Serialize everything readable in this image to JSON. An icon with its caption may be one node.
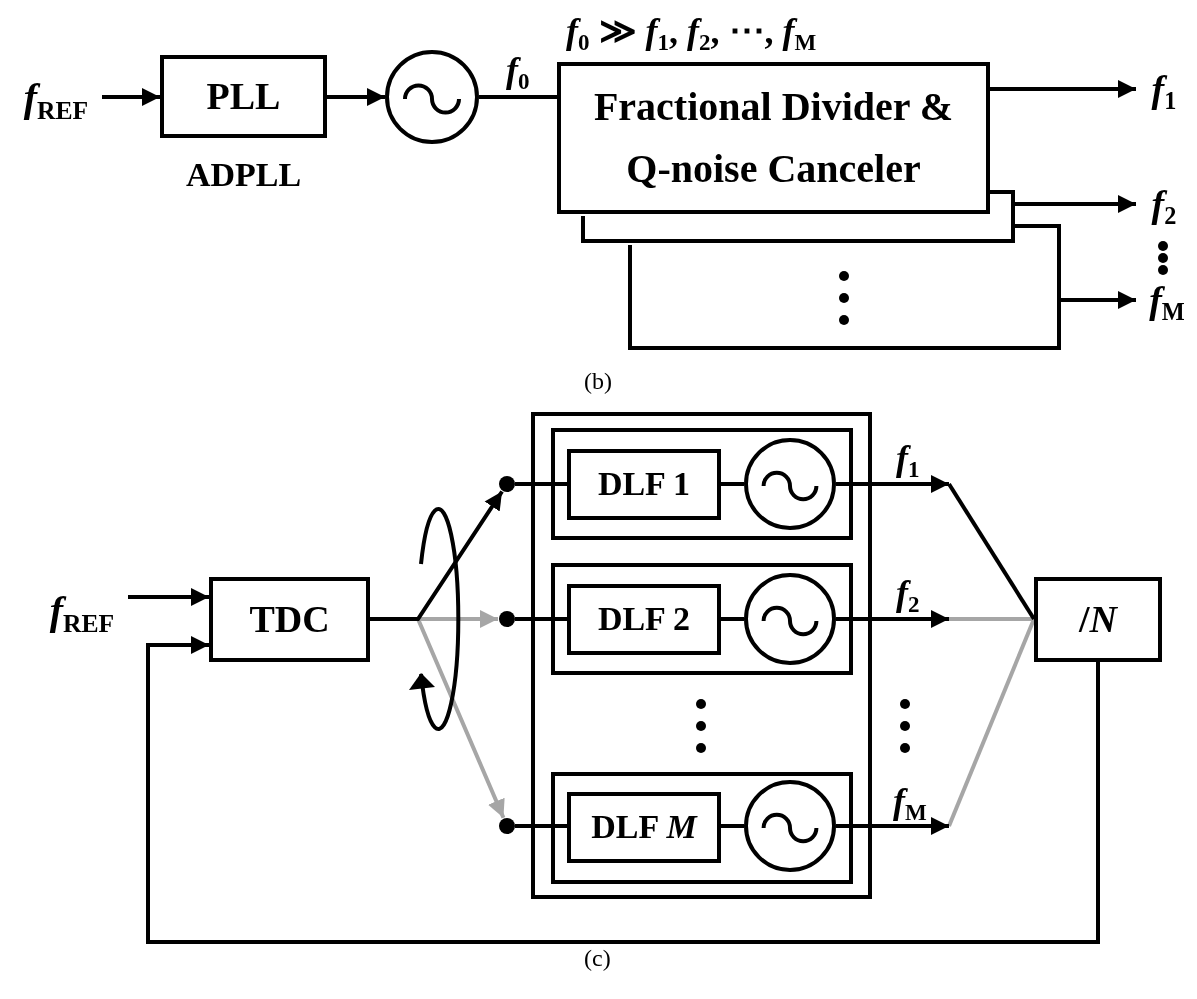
{
  "diagram": {
    "nodes": [
      {
        "text": [
          "*f*$_{REF}$"
        ]
      },
      {
        "text": [
          "PLL"
        ],
        "beside": [
          "ADPLL"
        ]
      },
      {
        "text": [],
        "shape": "circle"
      },
      {
        "text": [
          "Fractional Divider & Q-noise Canceler"
        ]
      },
      {
        "text": [],
        "shape": "box"
      },
      {
        "text": [],
        "shape": "box"
      },
      {
        "text": [
          "*f*$_{1}$"
        ]
      },
      {
        "text": [
          "*f*$_{2}$"
        ]
      },
      {
        "text": [
          "*f*$_{M}$"
        ]
      },
      {
        "text": [
          "*f*$_{REF}$"
        ]
      },
      {
        "text": [
          "TDC"
        ]
      },
      {
        "text": [],
        "shape": "box"
      },
      {
        "text": [],
        "shape": "box",
        "in": 11
      },
      {
        "text": [
          "DLF 1"
        ],
        "in": 12
      },
      {
        "text": [],
        "shape": "circle",
        "in": 12
      },
      {
        "text": [],
        "shape": "box",
        "in": 11
      },
      {
        "text": [
          "DLF 2"
        ],
        "in": 15
      },
      {
        "text": [],
        "shape": "circle",
        "in": 15
      },
      {
        "text": [],
        "shape": "box",
        "in": 11
      },
      {
        "text": [
          "DLF *M*"
        ],
        "in": 18
      },
      {
        "text": [],
        "shape": "circle",
        "in": 18
      },
      {
        "text": [],
        "shape": "circle"
      },
      {
        "text": [],
        "shape": "circle"
      },
      {
        "text": [],
        "shape": "circle"
      },
      {
        "text": [
          "/*N*"
        ]
      }
    ],
    "edges": [
      {
        "from": 0,
        "to": 1,
        "arrow": "to"
      },
      {
        "from": 1,
        "to": 2,
        "arrow": "to"
      },
      {
        "from": 2,
        "to": 3,
        "arrow": "none",
        "label": "*f*$_{0}$"
      },
      {
        "from": 3,
        "to": 6,
        "arrow": "to"
      },
      {
        "from": 4,
        "to": 7,
        "arrow": "to"
      },
      {
        "from": 5,
        "to": 8,
        "arrow": "to"
      },
      {
        "from": 9,
        "to": 10,
        "arrow": "to"
      },
      {
        "from": 24,
        "to": 10,
        "arrow": "to"
      },
      {
        "from": 10,
        "to": 21,
        "arrow": "to"
      },
      {
        "from": 10,
        "to": 22,
        "arrow": "to",
        "color": "#a6a6a6"
      },
      {
        "from": 10,
        "to": 23,
        "arrow": "to",
        "color": "#a6a6a6"
      },
      {
        "from": 21,
        "to": 13,
        "arrow": "none"
      },
      {
        "from": 13,
        "to": 14,
        "arrow": "none"
      },
      {
        "from": 22,
        "to": 16,
        "arrow": "none"
      },
      {
        "from": 16,
        "to": 17,
        "arrow": "none"
      },
      {
        "from": 23,
        "to": 19,
        "arrow": "none"
      },
      {
        "from": 19,
        "to": 20,
        "arrow": "none"
      },
      {
        "from": 14,
        "to": null,
        "arrow": "to",
        "label": "*f*$_{1}$"
      },
      {
        "from": 17,
        "to": null,
        "arrow": "to",
        "label": "*f*$_{2}$"
      },
      {
        "from": 20,
        "to": null,
        "arrow": "to",
        "label": "*f*$_{M}$"
      },
      {
        "from": null,
        "to": 24,
        "arrow": "none"
      },
      {
        "from": null,
        "to": 24,
        "arrow": "none",
        "color": "#a6a6a6"
      },
      {
        "from": null,
        "to": 24,
        "arrow": "none",
        "color": "#a6a6a6"
      }
    ],
    "labels": [
      "*f*$_{0}$ ≫ *f*$_{1}$, *f*$_{2}$, ⋯, *f*$_{M}$",
      "(b)",
      "(c)"
    ]
  }
}
